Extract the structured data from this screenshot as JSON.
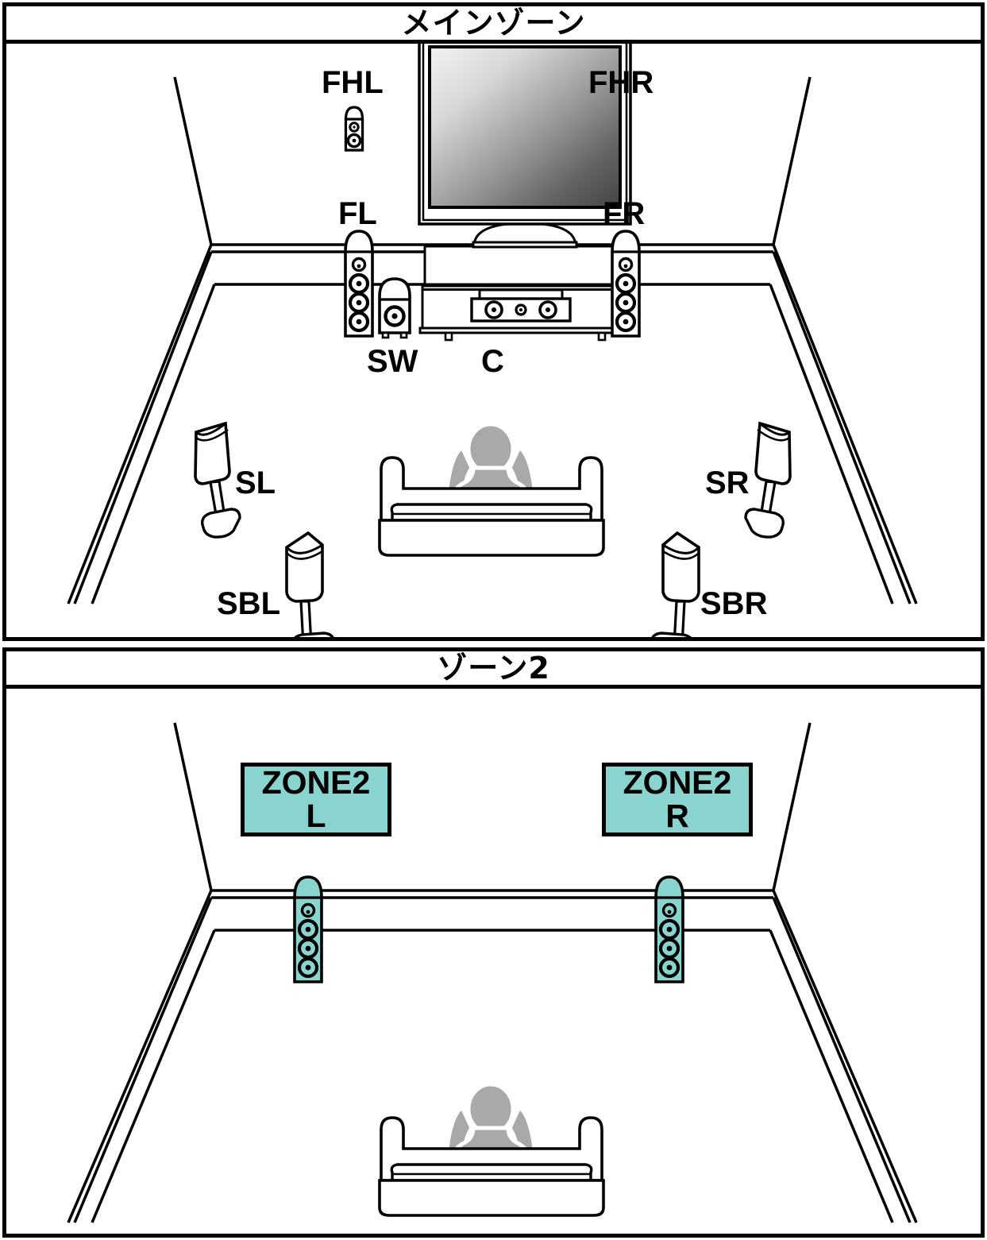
{
  "diagram": {
    "kind": "speaker-layout-diagram",
    "colors": {
      "zone2_accent": "#8ad4d0",
      "outline": "#000000",
      "person_fill": "#a9a9a9",
      "tv_screen_light": "#f0f0f0",
      "tv_screen_dark": "#4a4a4a",
      "background": "#ffffff"
    }
  },
  "main_zone": {
    "title": "メインゾーン",
    "speaker_labels": {
      "fhl": "FHL",
      "fhr": "FHR",
      "fl": "FL",
      "fr": "FR",
      "sw": "SW",
      "c": "C",
      "sl": "SL",
      "sr": "SR",
      "sbl": "SBL",
      "sbr": "SBR"
    }
  },
  "zone2": {
    "title": "ゾーン2",
    "speaker_boxes": [
      {
        "line1": "ZONE2",
        "line2": "L"
      },
      {
        "line1": "ZONE2",
        "line2": "R"
      }
    ]
  }
}
